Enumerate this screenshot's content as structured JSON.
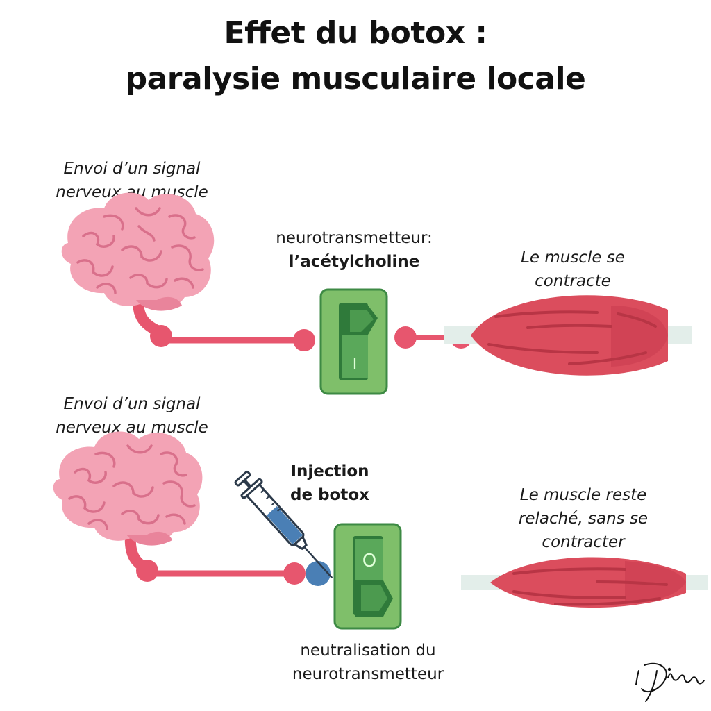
{
  "title": {
    "line1": "Effet du botox :",
    "line2": "paralysie musculaire locale"
  },
  "top": {
    "brain_label_1": "Envoi d’un signal",
    "brain_label_2": "nerveux au muscle",
    "nt_label": "neurotransmetteur:",
    "nt_name": "l’acétylcholine",
    "switch_symbol": "I",
    "muscle_label_1": "Le muscle se",
    "muscle_label_2": "contracte"
  },
  "bottom": {
    "brain_label_1": "Envoi d’un signal",
    "brain_label_2": "nerveux au muscle",
    "injection_1": "Injection",
    "injection_2": "de botox",
    "switch_symbol": "O",
    "neutral_1": "neutralisation du",
    "neutral_2": "neurotransmetteur",
    "muscle_label_1": "Le muscle reste",
    "muscle_label_2": "relaché, sans se",
    "muscle_label_3": "contracter"
  },
  "signature": "Dian",
  "colors": {
    "brain": "#f3a3b5",
    "brain_dark": "#e9849b",
    "nerve": "#e7566e",
    "switch_outer": "#7fbf6a",
    "switch_inner": "#2f7a3a",
    "muscle": "#db4d5d",
    "botox_dot": "#4a7fb5"
  }
}
